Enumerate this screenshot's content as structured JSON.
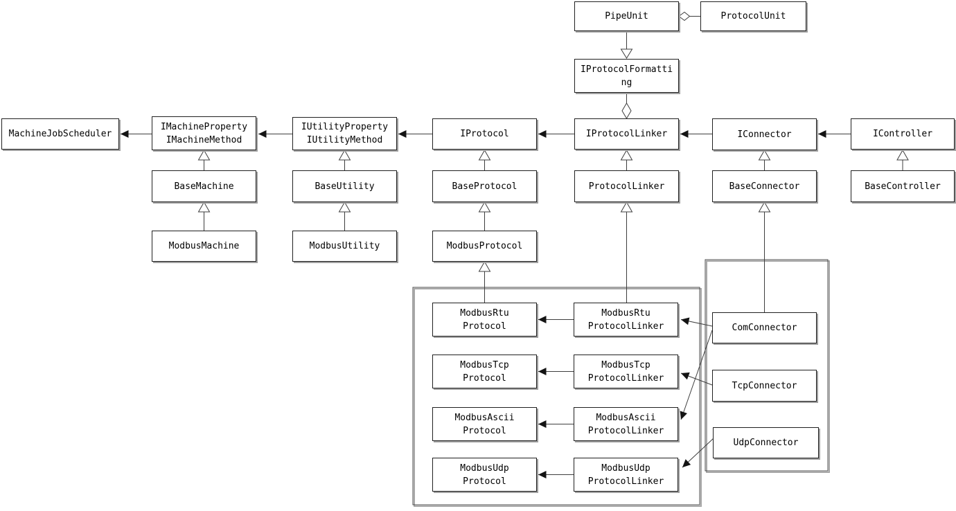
{
  "diagram": {
    "kind": "uml-class-diagram",
    "background_color": "#ffffff",
    "line_color": "#3d3d3d",
    "nodes": {
      "pipe_unit": "PipeUnit",
      "protocol_unit": "ProtocolUnit",
      "iprotocol_formatting": "IProtocolFormatti\nng",
      "machine_job_scheduler": "MachineJobScheduler",
      "imachine_property": "IMachineProperty\nIMachineMethod",
      "iutility_property": "IUtilityProperty\nIUtilityMethod",
      "iprotocol": "IProtocol",
      "iprotocol_linker": "IProtocolLinker",
      "iconnector": "IConnector",
      "icontroller": "IController",
      "base_machine": "BaseMachine",
      "base_utility": "BaseUtility",
      "base_protocol": "BaseProtocol",
      "protocol_linker": "ProtocolLinker",
      "base_connector": "BaseConnector",
      "base_controller": "BaseController",
      "modbus_machine": "ModbusMachine",
      "modbus_utility": "ModbusUtility",
      "modbus_protocol": "ModbusProtocol",
      "modbus_rtu_protocol": "ModbusRtu\nProtocol",
      "modbus_rtu_protocol_linker": "ModbusRtu\nProtocolLinker",
      "modbus_tcp_protocol": "ModbusTcp\nProtocol",
      "modbus_tcp_protocol_linker": "ModbusTcp\nProtocolLinker",
      "modbus_ascii_protocol": "ModbusAscii\nProtocol",
      "modbus_ascii_protocol_linker": "ModbusAscii\nProtocolLinker",
      "modbus_udp_protocol": "ModbusUdp\nProtocol",
      "modbus_udp_protocol_linker": "ModbusUdp\nProtocolLinker",
      "com_connector": "ComConnector",
      "tcp_connector": "TcpConnector",
      "udp_connector": "UdpConnector"
    },
    "edges": [
      {
        "source": "ProtocolUnit",
        "target": "PipeUnit",
        "type": "aggregation"
      },
      {
        "source": "PipeUnit",
        "target": "IProtocolFormatting",
        "type": "generalization"
      },
      {
        "source": "IProtocolFormatting",
        "target": "IProtocolLinker",
        "type": "aggregation"
      },
      {
        "source": "IMachineProperty/IMachineMethod",
        "target": "MachineJobScheduler",
        "type": "dependency"
      },
      {
        "source": "IUtilityProperty/IUtilityMethod",
        "target": "IMachineProperty/IMachineMethod",
        "type": "dependency"
      },
      {
        "source": "IProtocol",
        "target": "IUtilityProperty/IUtilityMethod",
        "type": "dependency"
      },
      {
        "source": "IProtocolLinker",
        "target": "IProtocol",
        "type": "dependency"
      },
      {
        "source": "IConnector",
        "target": "IProtocolLinker",
        "type": "dependency"
      },
      {
        "source": "IController",
        "target": "IConnector",
        "type": "dependency"
      },
      {
        "source": "BaseMachine",
        "target": "IMachineProperty/IMachineMethod",
        "type": "generalization"
      },
      {
        "source": "ModbusMachine",
        "target": "BaseMachine",
        "type": "generalization"
      },
      {
        "source": "BaseUtility",
        "target": "IUtilityProperty/IUtilityMethod",
        "type": "generalization"
      },
      {
        "source": "ModbusUtility",
        "target": "BaseUtility",
        "type": "generalization"
      },
      {
        "source": "BaseProtocol",
        "target": "IProtocol",
        "type": "generalization"
      },
      {
        "source": "ModbusProtocol",
        "target": "BaseProtocol",
        "type": "generalization"
      },
      {
        "source": "ModbusRtuProtocol",
        "target": "ModbusProtocol",
        "type": "generalization"
      },
      {
        "source": "ProtocolLinker",
        "target": "IProtocolLinker",
        "type": "generalization"
      },
      {
        "source": "ModbusRtuProtocolLinker",
        "target": "ProtocolLinker",
        "type": "generalization"
      },
      {
        "source": "BaseConnector",
        "target": "IConnector",
        "type": "generalization"
      },
      {
        "source": "ComConnector",
        "target": "BaseConnector",
        "type": "generalization"
      },
      {
        "source": "BaseController",
        "target": "IController",
        "type": "generalization"
      },
      {
        "source": "ModbusRtuProtocolLinker",
        "target": "ModbusRtuProtocol",
        "type": "dependency"
      },
      {
        "source": "ModbusTcpProtocolLinker",
        "target": "ModbusTcpProtocol",
        "type": "dependency"
      },
      {
        "source": "ModbusAsciiProtocolLinker",
        "target": "ModbusAsciiProtocol",
        "type": "dependency"
      },
      {
        "source": "ModbusUdpProtocolLinker",
        "target": "ModbusUdpProtocol",
        "type": "dependency"
      },
      {
        "source": "ComConnector",
        "target": "ModbusRtuProtocolLinker",
        "type": "dependency"
      },
      {
        "source": "ComConnector",
        "target": "ModbusAsciiProtocolLinker",
        "type": "dependency"
      },
      {
        "source": "TcpConnector",
        "target": "ModbusTcpProtocolLinker",
        "type": "dependency"
      },
      {
        "source": "UdpConnector",
        "target": "ModbusUdpProtocolLinker",
        "type": "dependency"
      }
    ]
  }
}
